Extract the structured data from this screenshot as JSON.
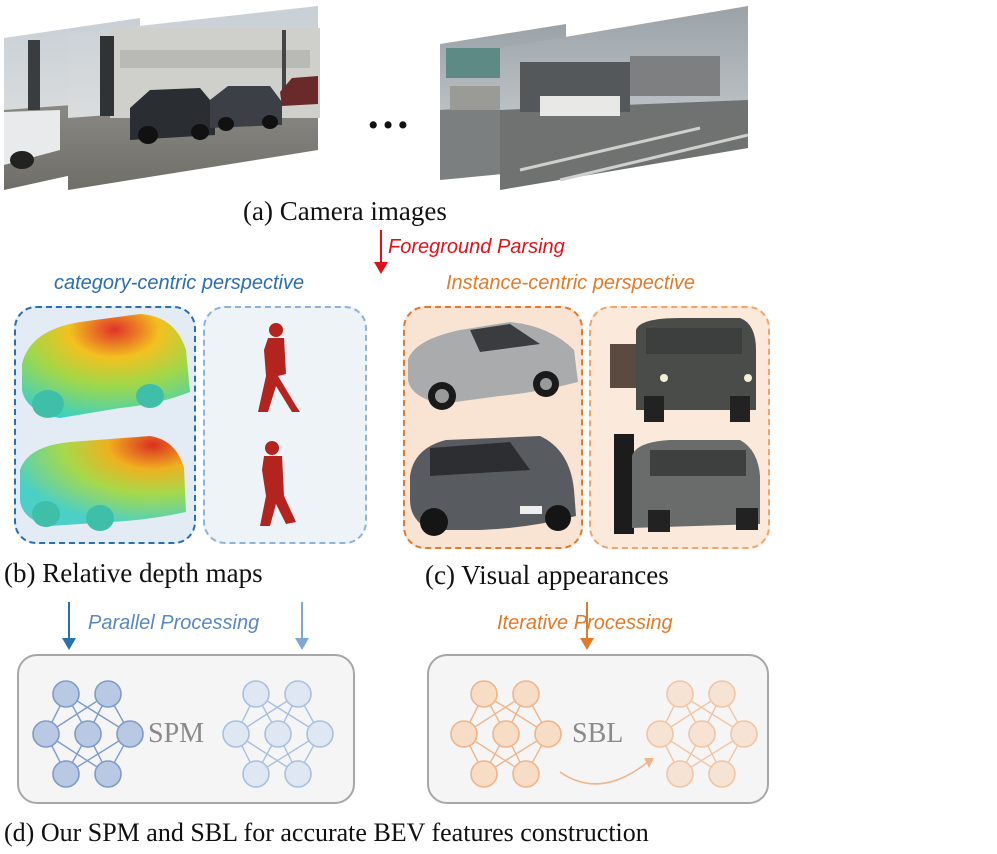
{
  "captions": {
    "a": "(a) Camera images",
    "b": "(b) Relative depth maps",
    "c": "(c) Visual appearances",
    "d": "(d) Our SPM and SBL for accurate BEV features construction"
  },
  "ellipsis": "…",
  "arrows": {
    "foreground": "Foreground Parsing",
    "parallel": "Parallel Processing",
    "iterative": "Iterative Processing"
  },
  "perspectives": {
    "category": "category-centric perspective",
    "instance": "Instance-centric perspective"
  },
  "modules": {
    "spm": "SPM",
    "sbl": "SBL"
  },
  "colors": {
    "red": "#e3101a",
    "blue": "#2b6fad",
    "light_blue": "#7fa7d6",
    "orange": "#e07b2b",
    "orange_light": "#f3a46a"
  }
}
